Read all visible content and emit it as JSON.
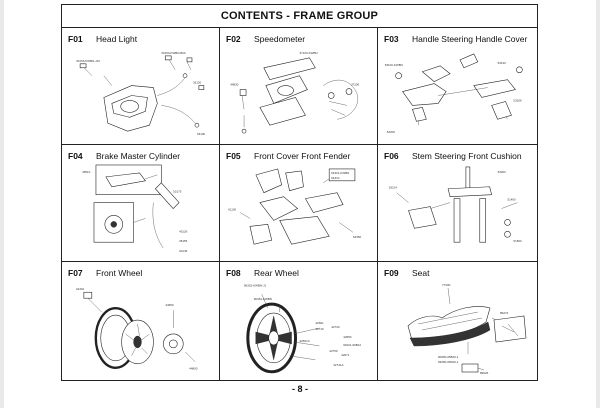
{
  "title": "CONTENTS - FRAME GROUP",
  "page_number": "- 8 -",
  "cells": [
    {
      "code": "F01",
      "name": "Head Light"
    },
    {
      "code": "F02",
      "name": "Speedometer"
    },
    {
      "code": "F03",
      "name": "Handle Steering  Handle Cover"
    },
    {
      "code": "F04",
      "name": "Brake Master Cylinder"
    },
    {
      "code": "F05",
      "name": "Front Cover  Front Fender"
    },
    {
      "code": "F06",
      "name": "Stem Steering  Front Cushion"
    },
    {
      "code": "F07",
      "name": "Front Wheel"
    },
    {
      "code": "F08",
      "name": "Rear Wheel"
    },
    {
      "code": "F09",
      "name": "Seat"
    }
  ],
  "part_labels": {
    "f08": [
      "90302-KWBN-J1",
      "90381-KWBN",
      "42601",
      "42710",
      "42650",
      "42720",
      "90101-06B12",
      "42071",
      "42750",
      "42741A",
      "42601C"
    ],
    "f09": [
      "77200",
      "89274",
      "90050-05800-1",
      "94050-05000-1",
      "89026"
    ]
  }
}
